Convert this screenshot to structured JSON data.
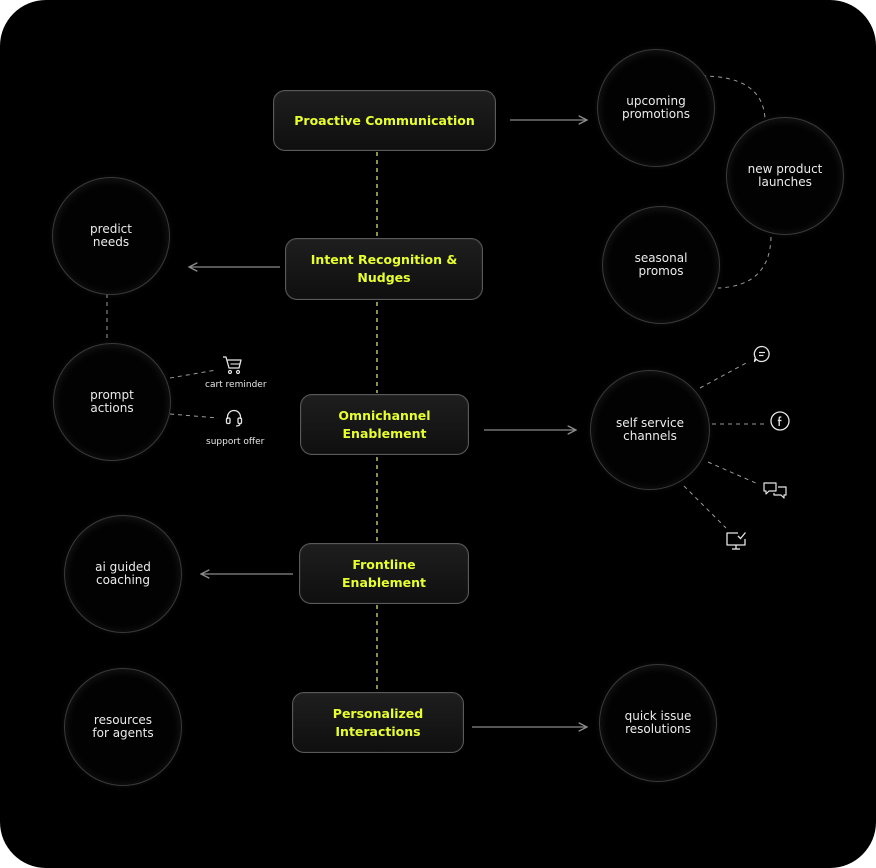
{
  "center_steps": [
    {
      "label": "Proactive Communication"
    },
    {
      "label": "Intent Recognition &\nNudges"
    },
    {
      "label": "Omnichannel\nEnablement"
    },
    {
      "label": "Frontline\nEnablement"
    },
    {
      "label": "Personalized\nInteractions"
    }
  ],
  "outcomes": {
    "upcoming_promotions": "upcoming\npromotions",
    "new_product_launches": "new product\nlaunches",
    "seasonal_promos": "seasonal\npromos",
    "predict_needs": "predict\nneeds",
    "prompt_actions": "prompt\nactions",
    "self_service_channels": "self service\nchannels",
    "ai_guided_coaching": "ai guided\ncoaching",
    "resources_for_agents": "resources\nfor agents",
    "quick_issue_resolutions": "quick issue\nresolutions"
  },
  "prompt_action_items": {
    "cart_reminder": "cart reminder",
    "support_offer": "support offer"
  },
  "channel_icons": [
    "chat-bubble-icon",
    "facebook-icon",
    "messages-icon",
    "monitor-check-icon"
  ],
  "colors": {
    "background": "#000000",
    "accent_text": "#e8ff2e",
    "connector_dashed": "#f0f080",
    "arrow": "#8a8a8a"
  }
}
